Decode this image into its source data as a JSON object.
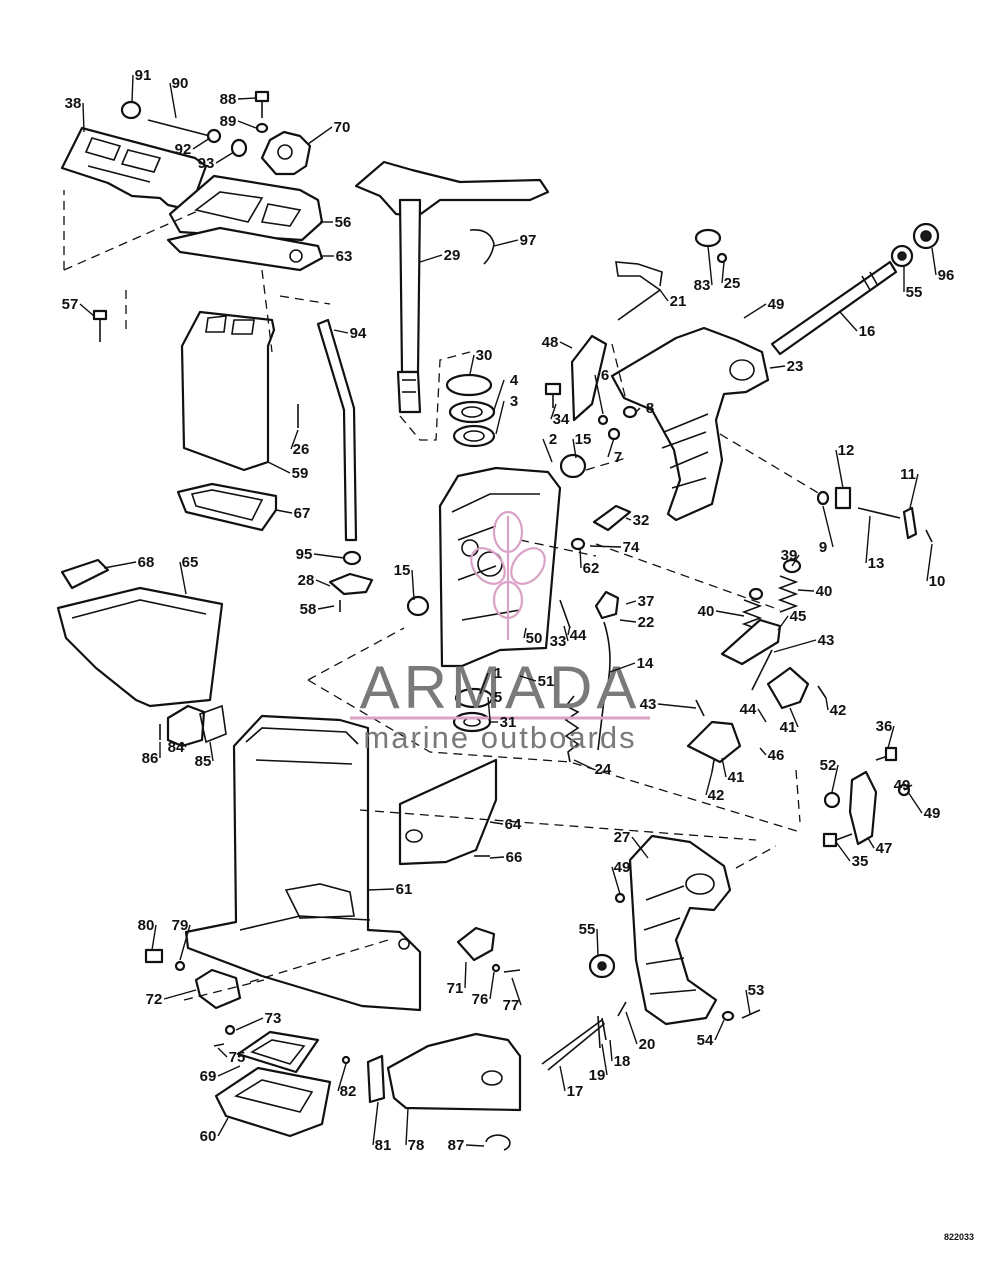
{
  "diagram": {
    "watermark": {
      "brand": "ARMADA",
      "tagline": "marine outboards",
      "logo_color": "#d9a2c6",
      "text_color": "#7a7a7a"
    },
    "figure_number": "822033",
    "callouts": [
      "1",
      "2",
      "3",
      "4",
      "5",
      "6",
      "7",
      "8",
      "9",
      "10",
      "11",
      "12",
      "13",
      "14",
      "15",
      "15",
      "16",
      "17",
      "18",
      "19",
      "20",
      "21",
      "22",
      "23",
      "24",
      "25",
      "26",
      "27",
      "28",
      "29",
      "30",
      "31",
      "32",
      "33",
      "34",
      "35",
      "36",
      "37",
      "38",
      "39",
      "40",
      "40",
      "41",
      "41",
      "42",
      "42",
      "43",
      "43",
      "44",
      "44",
      "45",
      "46",
      "47",
      "48",
      "49",
      "49",
      "49",
      "49",
      "50",
      "51",
      "52",
      "53",
      "54",
      "55",
      "55",
      "56",
      "57",
      "58",
      "59",
      "60",
      "61",
      "62",
      "63",
      "64",
      "65",
      "66",
      "67",
      "68",
      "69",
      "70",
      "71",
      "72",
      "73",
      "74",
      "75",
      "76",
      "77",
      "78",
      "79",
      "80",
      "81",
      "82",
      "83",
      "84",
      "85",
      "86",
      "87",
      "88",
      "89",
      "90",
      "91",
      "92",
      "93",
      "94",
      "95",
      "96",
      "97"
    ]
  }
}
